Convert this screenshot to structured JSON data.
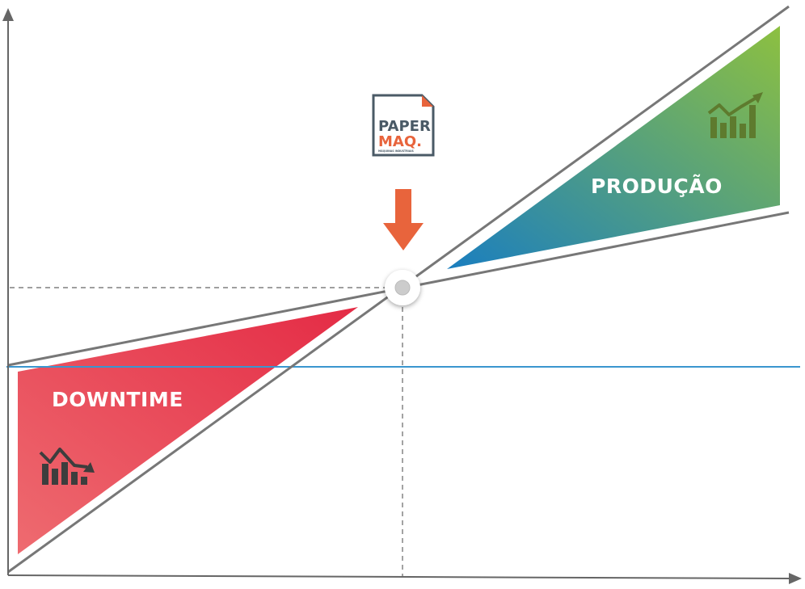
{
  "regions": {
    "downtime": {
      "label": "DOWNTIME",
      "icon": "chart-down-icon",
      "color_start": "#ee6b70",
      "color_end": "#e42b45"
    },
    "producao": {
      "label": "PRODUÇÃO",
      "icon": "chart-up-icon",
      "color_start": "#1a7ec0",
      "color_end": "#8dc040"
    }
  },
  "logo": {
    "line1": "PAPER",
    "line2": "MAQ.",
    "tagline": "MÁQUINAS INDUSTRIAIS",
    "dark_color": "#4a5a66",
    "accent_color": "#e8643c"
  },
  "colors": {
    "axis": "#666666",
    "boundary_line": "#777777",
    "baseline": "#3a96cf",
    "arrow": "#e8643c",
    "icon_dark": "#3d3d3d",
    "icon_green": "#5e7b2e"
  }
}
